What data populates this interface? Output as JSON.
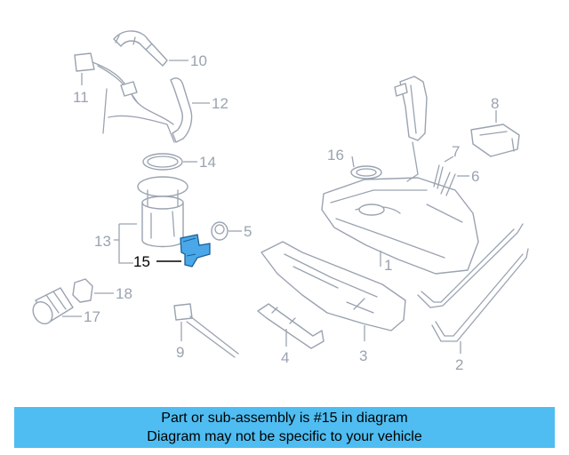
{
  "diagram": {
    "callouts": {
      "c1": "1",
      "c2": "2",
      "c3": "3",
      "c4": "4",
      "c5": "5",
      "c6": "6",
      "c7": "7",
      "c8": "8",
      "c9": "9",
      "c10": "10",
      "c11": "11",
      "c12": "12",
      "c13": "13",
      "c14": "14",
      "c15": "15",
      "c16": "16",
      "c17": "17",
      "c18": "18"
    },
    "highlighted_part": "15",
    "highlight_color": "#4aa8e8",
    "line_color": "#9aa3b0"
  },
  "banner": {
    "line1": "Part or sub-assembly is #15 in diagram",
    "line2": "Diagram may not be specific to your vehicle",
    "background": "#4fbdf1"
  }
}
